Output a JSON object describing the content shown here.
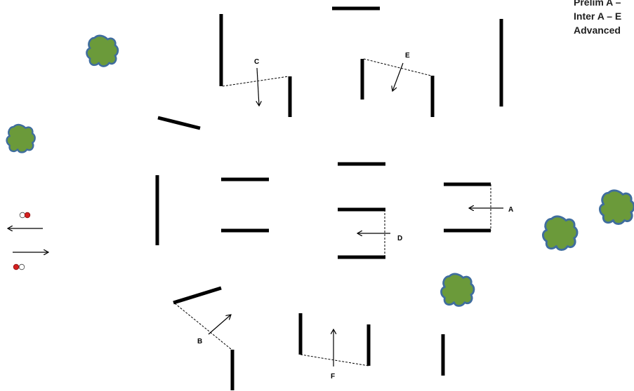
{
  "legend": {
    "lines": [
      "Prelim A –",
      "Inter A – E",
      "Advanced"
    ]
  },
  "labels": {
    "A": "A",
    "B": "B",
    "C": "C",
    "D": "D",
    "E": "E",
    "F": "F"
  },
  "colors": {
    "wall": "#000000",
    "bush_fill": "#6b9a3a",
    "bush_outline": "#3f6d9e",
    "ball_red": "#d42020",
    "ball_white": "#ffffff"
  },
  "icons": {
    "bush": "bush-icon",
    "start_flags": "start-flags-icon"
  }
}
